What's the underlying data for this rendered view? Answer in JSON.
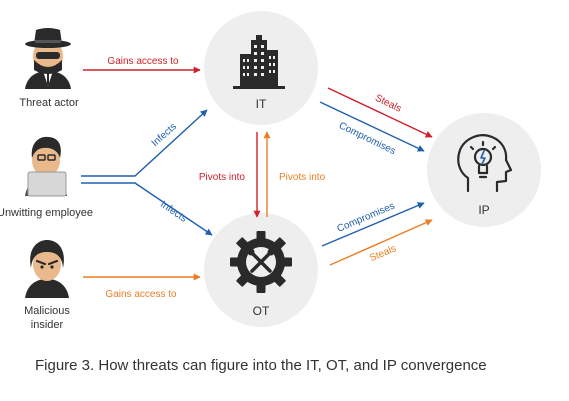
{
  "nodes": {
    "threat_actor": "Threat actor",
    "unwitting_employee": "Unwitting employee",
    "malicious_insider_line1": "Malicious",
    "malicious_insider_line2": "insider",
    "it": "IT",
    "ot": "OT",
    "ip": "IP"
  },
  "edges": {
    "gains_access_it": "Gains access to",
    "infects_it": "Infects",
    "infects_ot": "Infects",
    "gains_access_ot": "Gains access to",
    "pivots_down": "Pivots into",
    "pivots_up": "Pivots into",
    "steals_it": "Steals",
    "compromises_it": "Compromises",
    "compromises_ot": "Compromises",
    "steals_ot": "Steals"
  },
  "caption": "Figure 3. How threats can figure into the IT, OT, and IP convergence",
  "colors": {
    "red": "#d0202a",
    "blue": "#1f5fb0",
    "orange": "#ec7d22",
    "circle": "#eeeeee",
    "icon": "#2a2a2a"
  }
}
